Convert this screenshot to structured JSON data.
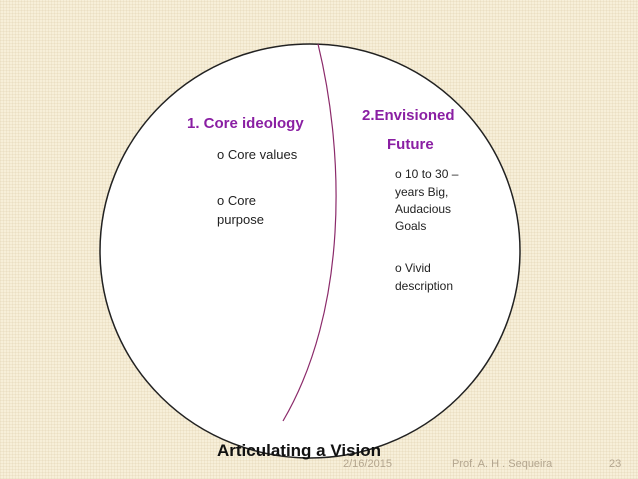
{
  "left": {
    "heading": "1. Core ideology",
    "items": [
      "o Core values",
      "o  Core",
      "purpose"
    ]
  },
  "right": {
    "heading_line1": "2.Envisioned",
    "heading_line2": "Future",
    "items": [
      "o 10 to 30 –",
      "years Big,",
      "Audacious",
      "Goals",
      "o  Vivid",
      "description"
    ]
  },
  "title": "Articulating a Vision",
  "footer": {
    "date": "2/16/2015",
    "author": "Prof. A. H . Sequeira",
    "page": "23"
  },
  "colors": {
    "heading": "#8a1fa3",
    "divider": "#8b2a6a",
    "circle_stroke": "#222222",
    "background": "#f7efd9"
  }
}
